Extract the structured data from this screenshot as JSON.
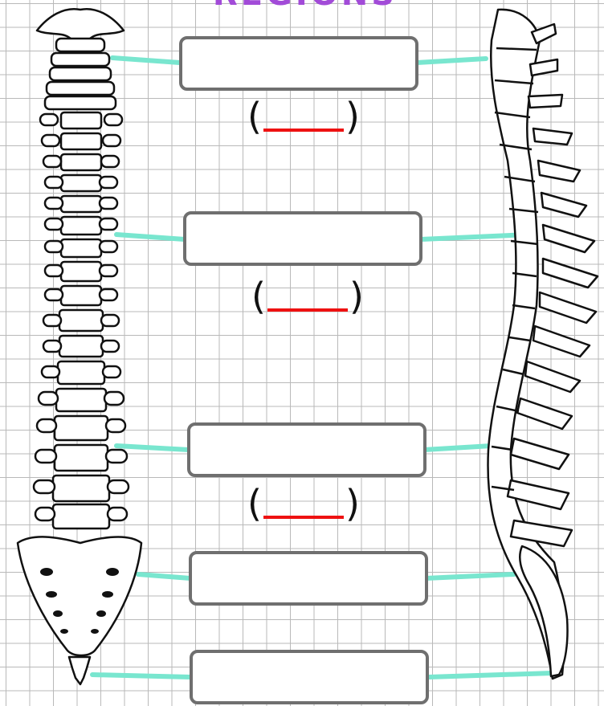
{
  "header": {
    "title": "REGIONS",
    "title_color": "#a24bd8"
  },
  "colors": {
    "connector": "#79e6cf",
    "box_border": "#6f6f6f",
    "blank_line": "#ee1111",
    "grid": "#b9b9b9"
  },
  "label_boxes": [
    {
      "value": ""
    },
    {
      "value": ""
    },
    {
      "value": ""
    },
    {
      "value": ""
    },
    {
      "value": ""
    }
  ],
  "vertebra_counts": [
    {
      "open": "(",
      "value": "",
      "close": ")"
    },
    {
      "open": "(",
      "value": "",
      "close": ")"
    },
    {
      "open": "(",
      "value": "",
      "close": ")"
    }
  ],
  "figures": {
    "left": "spine-anterior-view",
    "right": "spine-lateral-view"
  }
}
